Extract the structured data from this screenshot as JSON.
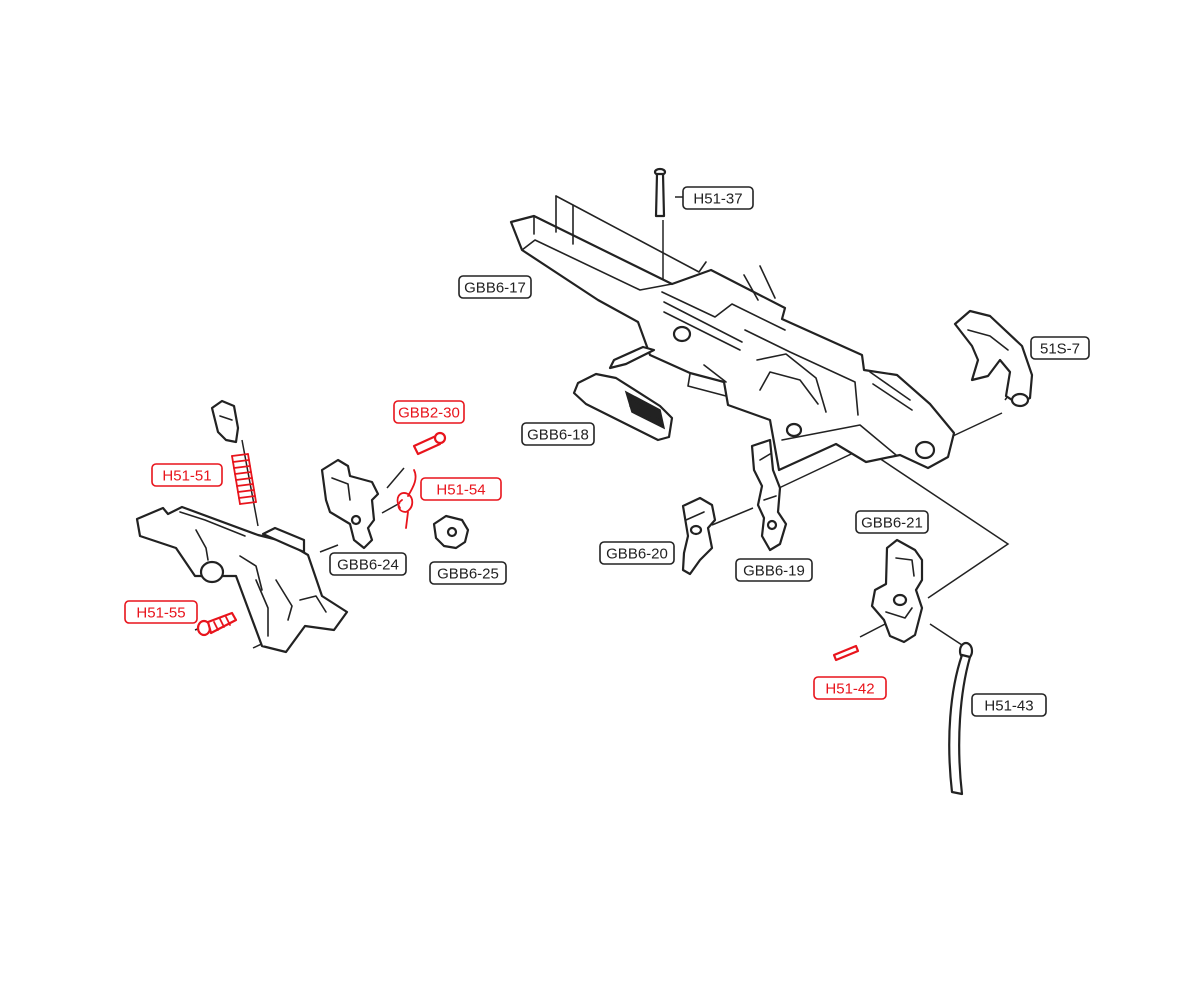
{
  "diagram": {
    "colors": {
      "replaceable_part": "#e8141c",
      "standard_part": "#222222",
      "background": "#ffffff"
    },
    "labels": [
      {
        "id": "h51-37",
        "text": "H51-37",
        "highlight": false
      },
      {
        "id": "gbb6-17",
        "text": "GBB6-17",
        "highlight": false
      },
      {
        "id": "51s-7",
        "text": "51S-7",
        "highlight": false
      },
      {
        "id": "gbb2-30",
        "text": "GBB2-30",
        "highlight": true
      },
      {
        "id": "gbb6-18",
        "text": "GBB6-18",
        "highlight": false
      },
      {
        "id": "h51-51",
        "text": "H51-51",
        "highlight": true
      },
      {
        "id": "h51-54",
        "text": "H51-54",
        "highlight": true
      },
      {
        "id": "gbb6-21",
        "text": "GBB6-21",
        "highlight": false
      },
      {
        "id": "gbb6-20",
        "text": "GBB6-20",
        "highlight": false
      },
      {
        "id": "gbb6-24",
        "text": "GBB6-24",
        "highlight": false
      },
      {
        "id": "gbb6-25",
        "text": "GBB6-25",
        "highlight": false
      },
      {
        "id": "gbb6-19",
        "text": "GBB6-19",
        "highlight": false
      },
      {
        "id": "h51-55",
        "text": "H51-55",
        "highlight": true
      },
      {
        "id": "h51-42",
        "text": "H51-42",
        "highlight": true
      },
      {
        "id": "h51-43",
        "text": "H51-43",
        "highlight": false
      }
    ]
  }
}
